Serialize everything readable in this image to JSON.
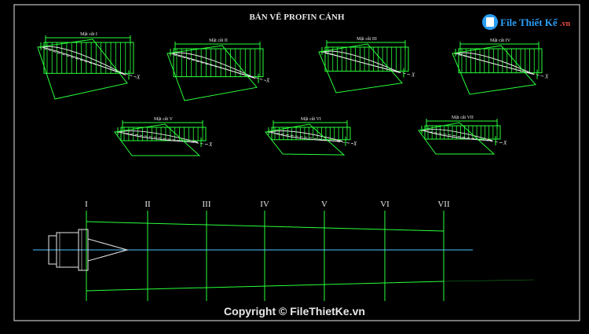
{
  "title": "BẢN VẼ   PROFIN CÁNH",
  "sections": [
    {
      "label": "Mặt cắt I"
    },
    {
      "label": "Mặt cắt II"
    },
    {
      "label": "Mặt cắt III"
    },
    {
      "label": "Mặt cắt IV"
    },
    {
      "label": "Mặt cắt V"
    },
    {
      "label": "Mặt cắt VI"
    },
    {
      "label": "Mặt cắt VII"
    }
  ],
  "stations": [
    "I",
    "II",
    "III",
    "IV",
    "V",
    "VI",
    "VII"
  ],
  "axis_label": "X",
  "logo": {
    "text": "File Thiết Kế",
    "suffix": ".vn"
  },
  "copyright": "Copyright © FileThietKe.vn",
  "colors": {
    "background": "#000000",
    "lines": "#29ff3a",
    "centerline": "#4fc3ff",
    "white": "#e8e8e8"
  }
}
